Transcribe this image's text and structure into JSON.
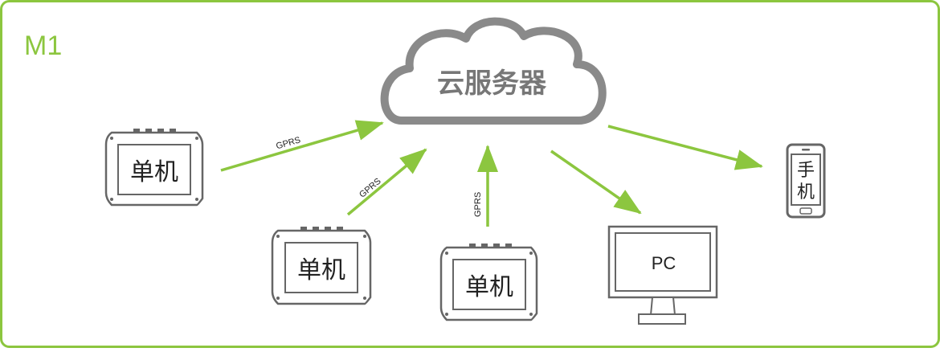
{
  "frame": {
    "label": "M1"
  },
  "colors": {
    "accent": "#8cc63f",
    "device_stroke": "#666666",
    "cloud_stroke": "#8a8a8a",
    "text": "#222222"
  },
  "cloud": {
    "label": "云服务器",
    "icon": "cloud-icon"
  },
  "devices": [
    {
      "label": "单机",
      "icon": "device-icon"
    },
    {
      "label": "单机",
      "icon": "device-icon"
    },
    {
      "label": "单机",
      "icon": "device-icon"
    }
  ],
  "links": [
    {
      "label": "GPRS"
    },
    {
      "label": "GPRS"
    },
    {
      "label": "GPRS"
    }
  ],
  "pc": {
    "label": "PC",
    "icon": "monitor-icon"
  },
  "phone": {
    "label_line1": "手",
    "label_line2": "机",
    "icon": "phone-icon"
  }
}
